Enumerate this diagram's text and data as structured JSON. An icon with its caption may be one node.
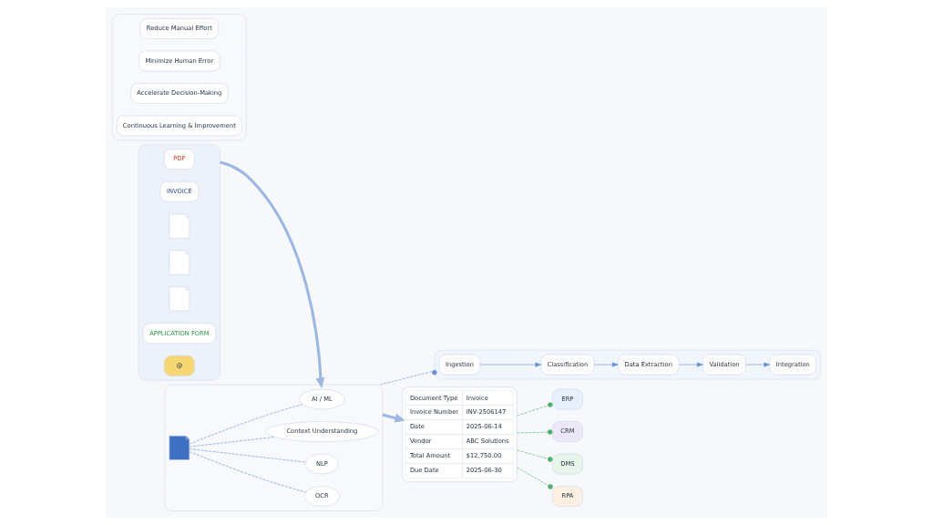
{
  "diagram": {
    "nodes": [
      {
        "text": [],
        "shape": "box"
      },
      {
        "text": [
          "PDF"
        ],
        "in": 0
      },
      {
        "text": [
          "INVOICE"
        ],
        "in": 0
      },
      {
        "text": [],
        "shape": "picture",
        "in": 0
      },
      {
        "text": [],
        "shape": "picture",
        "in": 0
      },
      {
        "text": [],
        "shape": "picture",
        "in": 0
      },
      {
        "text": [
          "APPLICATION FORM"
        ],
        "in": 0
      },
      {
        "text": [
          "@"
        ],
        "in": 0
      },
      {
        "text": [],
        "shape": "box"
      },
      {
        "text": [
          "AI / ML"
        ],
        "in": 8
      },
      {
        "text": [
          "OCR"
        ],
        "in": 8
      },
      {
        "text": [],
        "shape": "picture",
        "in": 8
      },
      {
        "text": [
          "NLP"
        ],
        "in": 8
      },
      {
        "text": [
          "Context Understanding"
        ],
        "in": 8
      },
      {
        "text": [],
        "shape": "box"
      },
      {
        "text": [
          "Ingestion"
        ],
        "in": 14
      },
      {
        "text": [
          "Classification"
        ],
        "in": 14
      },
      {
        "text": [
          "Data Extraction"
        ],
        "in": 14
      },
      {
        "text": [
          "Validation"
        ],
        "in": 14
      },
      {
        "text": [
          "Integration"
        ],
        "in": 14
      },
      {
        "text": [
          "Document Type",
          "Invoice",
          "Invoice Number",
          "INV-2506147",
          "Date",
          "2025-06-14",
          "Vendor",
          "ABC Solutions",
          "Total Amount",
          "$12,750.00",
          "Due Date",
          "2025-06-30"
        ]
      },
      {
        "text": [
          "ERP"
        ]
      },
      {
        "text": [
          "CRM"
        ]
      },
      {
        "text": [
          "DMS"
        ]
      },
      {
        "text": [
          "RPA"
        ]
      },
      {
        "text": [],
        "shape": "box"
      },
      {
        "text": [
          "Reduce Manual Effort"
        ],
        "in": 25
      },
      {
        "text": [
          "Minimize Human Error"
        ],
        "in": 25
      },
      {
        "text": [
          "Accelerate Decision-Making"
        ],
        "in": 25
      },
      {
        "text": [
          "Continuous Learning & Improvement"
        ],
        "in": 25
      }
    ],
    "edges": [
      {
        "from": 0,
        "to": 8,
        "arrow": "to",
        "style": "thick",
        "color": "#9db8e0"
      },
      {
        "from": 11,
        "to": 9,
        "arrow": "none",
        "style": "dashed"
      },
      {
        "from": 11,
        "to": 10,
        "arrow": "none",
        "style": "dashed"
      },
      {
        "from": 11,
        "to": 12,
        "arrow": "none",
        "style": "dashed"
      },
      {
        "from": 11,
        "to": 13,
        "arrow": "none",
        "style": "dashed"
      },
      {
        "from": 8,
        "to": 14,
        "arrow": "other",
        "style": "dashed"
      },
      {
        "from": 15,
        "to": 16,
        "arrow": "to"
      },
      {
        "from": 16,
        "to": 17,
        "arrow": "to"
      },
      {
        "from": 17,
        "to": 18,
        "arrow": "to"
      },
      {
        "from": 18,
        "to": 19,
        "arrow": "to"
      },
      {
        "from": 8,
        "to": 20,
        "arrow": "to",
        "style": "thick",
        "color": "#9db8e0"
      },
      {
        "from": 20,
        "to": 21,
        "arrow": "other",
        "style": "dashed",
        "color": "#4caf6a"
      },
      {
        "from": 20,
        "to": 22,
        "arrow": "other",
        "style": "dashed",
        "color": "#4caf6a"
      },
      {
        "from": 20,
        "to": 23,
        "arrow": "other",
        "style": "dashed",
        "color": "#4caf6a"
      },
      {
        "from": 20,
        "to": 24,
        "arrow": "other",
        "style": "dashed",
        "color": "#4caf6a"
      }
    ]
  }
}
